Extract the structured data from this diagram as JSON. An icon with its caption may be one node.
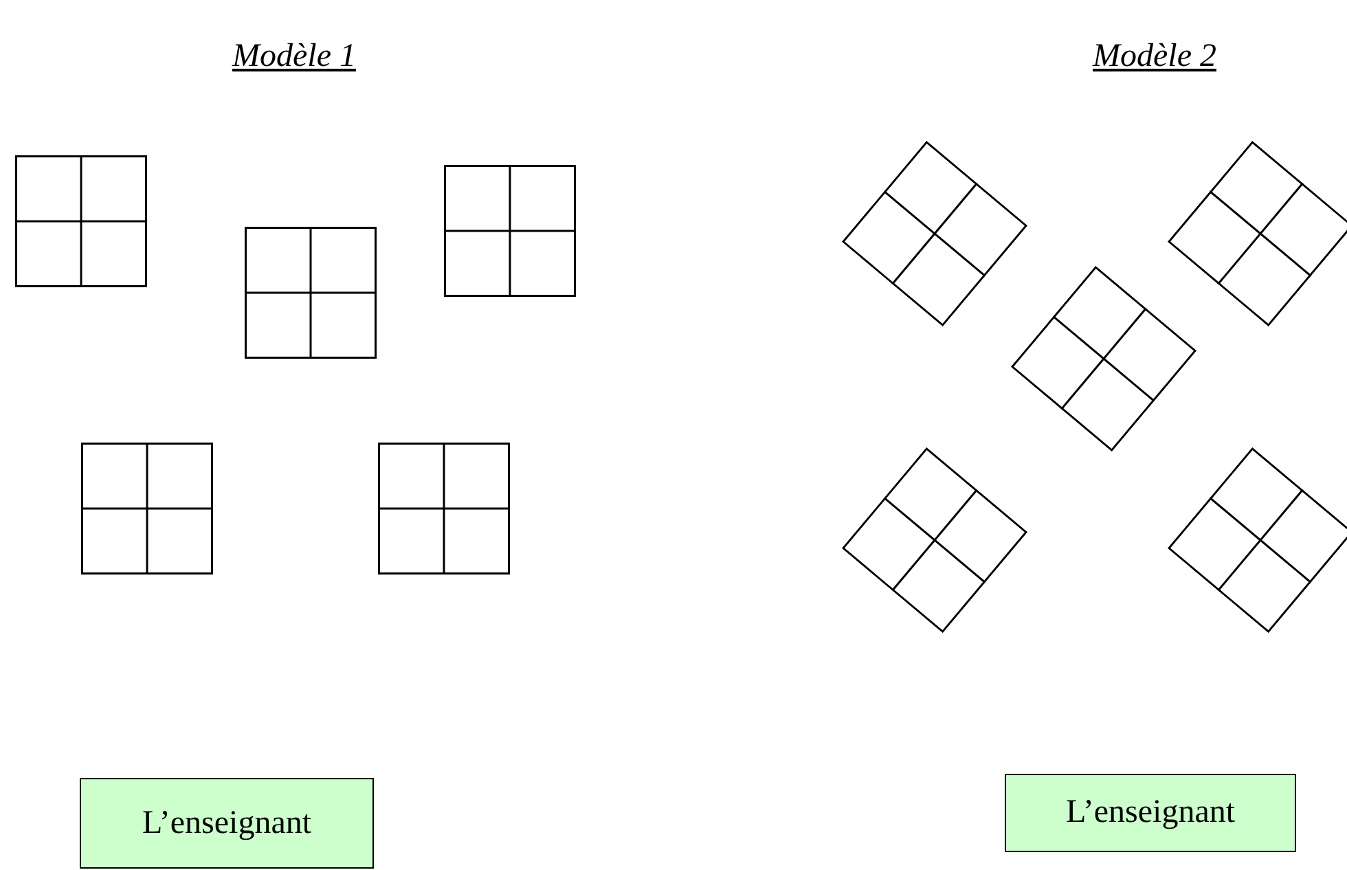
{
  "diagram": {
    "nodes": [
      {
        "text": [],
        "shape": "box"
      },
      {
        "text": [],
        "shape": "box"
      },
      {
        "text": [],
        "shape": "box"
      },
      {
        "text": [],
        "shape": "box"
      },
      {
        "text": [],
        "shape": "box"
      },
      {
        "text": [],
        "shape": "box"
      },
      {
        "text": [],
        "shape": "box"
      },
      {
        "text": [],
        "shape": "box"
      },
      {
        "text": [],
        "shape": "box"
      },
      {
        "text": [],
        "shape": "box"
      },
      {
        "text": [
          "L’enseignant"
        ]
      },
      {
        "text": [
          "L’enseignant"
        ]
      }
    ],
    "labels": [
      "Modèle 1",
      "Modèle 2"
    ]
  }
}
